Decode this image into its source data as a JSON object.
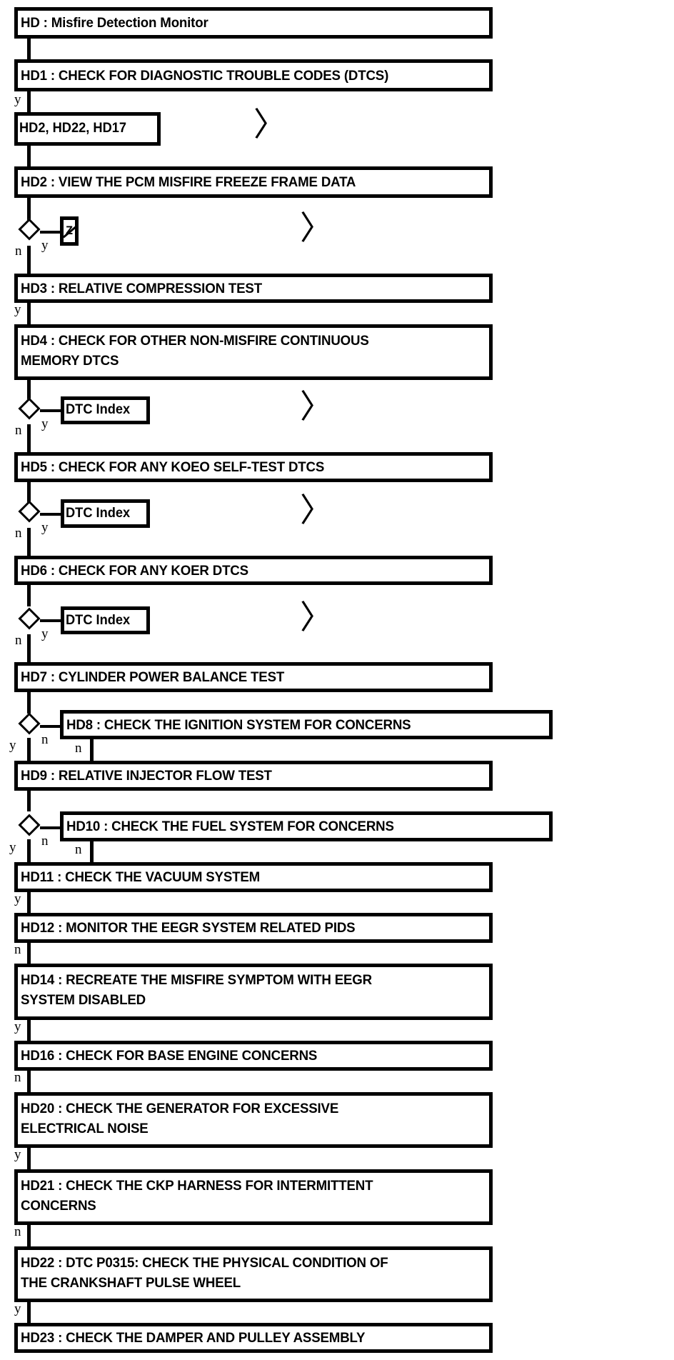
{
  "diagram": {
    "title": "HD : Misfire Detection Monitor",
    "type": "flowchart",
    "orientation": "vertical",
    "nodes": [
      {
        "id": "HD",
        "label": "HD : Misfire Detection Monitor",
        "kind": "title-box"
      },
      {
        "id": "HD1",
        "label": "HD1 : CHECK FOR DIAGNOSTIC TROUBLE CODES (DTCS)",
        "kind": "process"
      },
      {
        "id": "REF1",
        "label": "HD2, HD22, HD17",
        "kind": "reference"
      },
      {
        "id": "HD2",
        "label": "HD2 : VIEW THE PCM MISFIRE FREEZE FRAME DATA",
        "kind": "process"
      },
      {
        "id": "REFZ",
        "label": "Z",
        "kind": "reference"
      },
      {
        "id": "HD3",
        "label": "HD3 : RELATIVE COMPRESSION TEST",
        "kind": "process"
      },
      {
        "id": "HD4",
        "label": "HD4 : CHECK FOR OTHER NON-MISFIRE CONTINUOUS\nMEMORY DTCS",
        "kind": "process"
      },
      {
        "id": "REF2",
        "label": "DTC Index",
        "kind": "reference"
      },
      {
        "id": "HD5",
        "label": "HD5 : CHECK FOR ANY KOEO SELF-TEST DTCS",
        "kind": "process"
      },
      {
        "id": "REF3",
        "label": "DTC Index",
        "kind": "reference"
      },
      {
        "id": "HD6",
        "label": "HD6 : CHECK FOR ANY KOER DTCS",
        "kind": "process"
      },
      {
        "id": "REF4",
        "label": "DTC Index",
        "kind": "reference"
      },
      {
        "id": "HD7",
        "label": "HD7 : CYLINDER POWER BALANCE TEST",
        "kind": "process"
      },
      {
        "id": "HD8",
        "label": "HD8 : CHECK THE IGNITION SYSTEM FOR CONCERNS",
        "kind": "process-branch"
      },
      {
        "id": "HD9",
        "label": "HD9 : RELATIVE INJECTOR FLOW TEST",
        "kind": "process"
      },
      {
        "id": "HD10",
        "label": "HD10 : CHECK THE FUEL SYSTEM FOR CONCERNS",
        "kind": "process-branch"
      },
      {
        "id": "HD11",
        "label": "HD11 : CHECK THE VACUUM SYSTEM",
        "kind": "process"
      },
      {
        "id": "HD12",
        "label": "HD12 : MONITOR THE EEGR SYSTEM RELATED PIDS",
        "kind": "process"
      },
      {
        "id": "HD14",
        "label": "HD14 : RECREATE THE MISFIRE SYMPTOM WITH EEGR\nSYSTEM DISABLED",
        "kind": "process"
      },
      {
        "id": "HD16",
        "label": "HD16 : CHECK FOR BASE ENGINE CONCERNS",
        "kind": "process"
      },
      {
        "id": "HD20",
        "label": "HD20 : CHECK THE GENERATOR FOR EXCESSIVE\nELECTRICAL NOISE",
        "kind": "process"
      },
      {
        "id": "HD21",
        "label": "HD21 : CHECK THE CKP HARNESS FOR INTERMITTENT\nCONCERNS",
        "kind": "process"
      },
      {
        "id": "HD22",
        "label": "HD22 : DTC P0315: CHECK THE PHYSICAL CONDITION OF\nTHE CRANKSHAFT PULSE WHEEL",
        "kind": "process"
      },
      {
        "id": "HD23",
        "label": "HD23 : CHECK THE DAMPER AND PULLEY ASSEMBLY",
        "kind": "process"
      }
    ],
    "branch_labels": {
      "yes": "y",
      "no": "n"
    },
    "edges": [
      {
        "from": "HD",
        "to": "HD1",
        "label": ""
      },
      {
        "from": "HD1",
        "to": "REF1",
        "label": "y"
      },
      {
        "from": "HD1",
        "to": "HD2",
        "label": ""
      },
      {
        "from": "HD2",
        "to": "REFZ",
        "label": "y"
      },
      {
        "from": "HD2",
        "to": "HD3",
        "label": "n"
      },
      {
        "from": "HD3",
        "to": "HD4",
        "label": "y"
      },
      {
        "from": "HD4",
        "to": "REF2",
        "label": "y"
      },
      {
        "from": "HD4",
        "to": "HD5",
        "label": "n"
      },
      {
        "from": "HD5",
        "to": "REF3",
        "label": "y"
      },
      {
        "from": "HD5",
        "to": "HD6",
        "label": "n"
      },
      {
        "from": "HD6",
        "to": "REF4",
        "label": "y"
      },
      {
        "from": "HD6",
        "to": "HD7",
        "label": "n"
      },
      {
        "from": "HD7",
        "to": "HD8",
        "label": "n"
      },
      {
        "from": "HD7",
        "to": "HD9",
        "label": "y"
      },
      {
        "from": "HD8",
        "to": "HD9",
        "label": "n"
      },
      {
        "from": "HD9",
        "to": "HD10",
        "label": "n"
      },
      {
        "from": "HD9",
        "to": "HD11",
        "label": "y"
      },
      {
        "from": "HD10",
        "to": "HD11",
        "label": "n"
      },
      {
        "from": "HD11",
        "to": "HD12",
        "label": "y"
      },
      {
        "from": "HD12",
        "to": "HD14",
        "label": "n"
      },
      {
        "from": "HD14",
        "to": "HD16",
        "label": "y"
      },
      {
        "from": "HD16",
        "to": "HD20",
        "label": "n"
      },
      {
        "from": "HD20",
        "to": "HD21",
        "label": "y"
      },
      {
        "from": "HD21",
        "to": "HD22",
        "label": "n"
      },
      {
        "from": "HD22",
        "to": "HD23",
        "label": "y"
      }
    ],
    "page_link_markers": [
      {
        "near": "REF1",
        "glyph": "〉"
      },
      {
        "near": "REFZ",
        "glyph": "〉"
      },
      {
        "near": "REF2",
        "glyph": "〉"
      },
      {
        "near": "REF3",
        "glyph": "〉"
      },
      {
        "near": "REF4",
        "glyph": "〉"
      }
    ],
    "colors": {
      "ink": "#000000",
      "paper": "#ffffff"
    }
  }
}
